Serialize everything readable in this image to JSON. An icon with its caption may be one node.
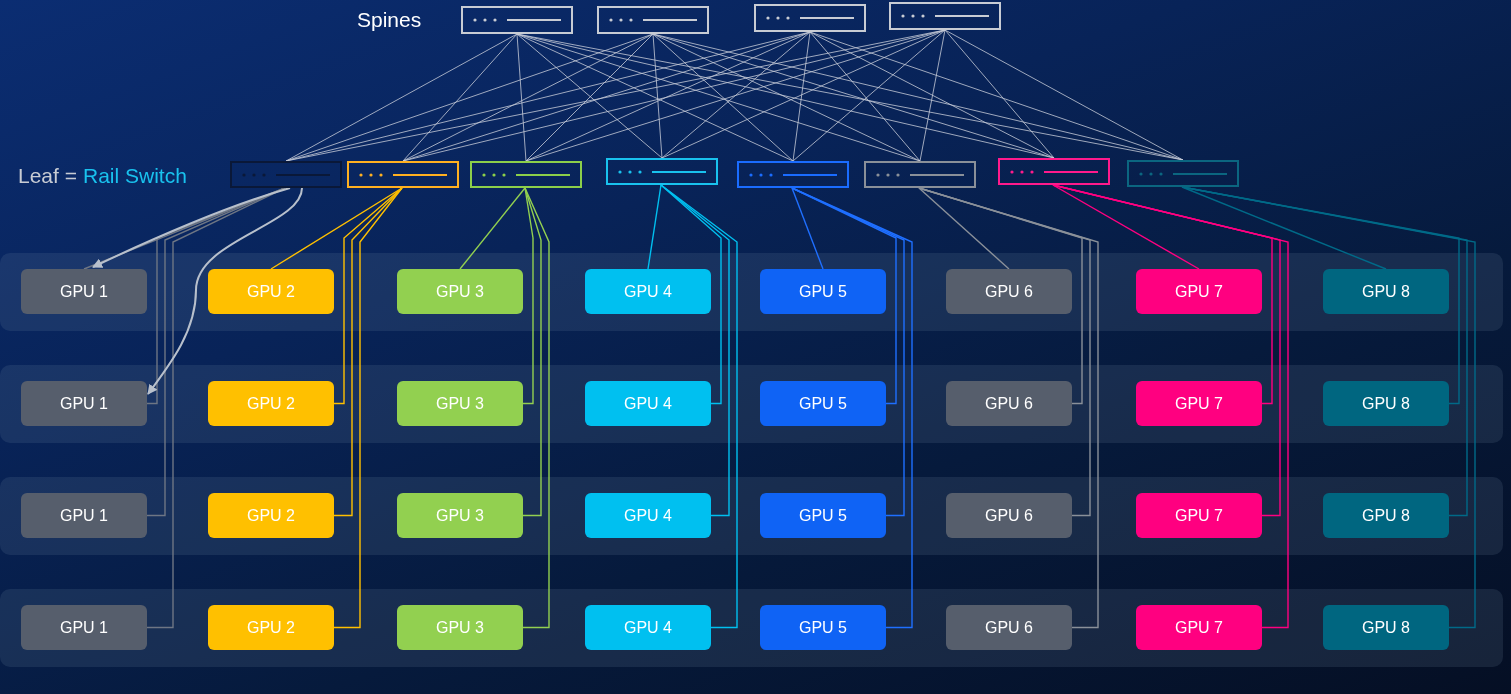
{
  "diagram": {
    "nodes": [
      {
        "text": [],
        "shape": "box"
      },
      {
        "text": [],
        "shape": "box"
      },
      {
        "text": [],
        "shape": "box"
      },
      {
        "text": [],
        "shape": "box"
      },
      {
        "text": [],
        "shape": "box"
      },
      {
        "text": [],
        "shape": "box"
      },
      {
        "text": [],
        "shape": "box"
      },
      {
        "text": [],
        "shape": "box"
      },
      {
        "text": [],
        "shape": "box"
      },
      {
        "text": [],
        "shape": "box"
      },
      {
        "text": [],
        "shape": "box"
      },
      {
        "text": [],
        "shape": "box"
      },
      {
        "text": [],
        "shape": "band"
      },
      {
        "text": [
          "GPU 1"
        ],
        "in": 12
      },
      {
        "text": [
          "GPU 2"
        ],
        "in": 12
      },
      {
        "text": [
          "GPU 3"
        ],
        "in": 12
      },
      {
        "text": [
          "GPU 4"
        ],
        "in": 12
      },
      {
        "text": [
          "GPU 5"
        ],
        "in": 12
      },
      {
        "text": [
          "GPU 6"
        ],
        "in": 12
      },
      {
        "text": [
          "GPU 7"
        ],
        "in": 12
      },
      {
        "text": [
          "GPU 8"
        ],
        "in": 12
      },
      {
        "text": [],
        "shape": "band"
      },
      {
        "text": [
          "GPU 1"
        ],
        "in": 21
      },
      {
        "text": [
          "GPU 2"
        ],
        "in": 21
      },
      {
        "text": [
          "GPU 3"
        ],
        "in": 21
      },
      {
        "text": [
          "GPU 4"
        ],
        "in": 21
      },
      {
        "text": [
          "GPU 5"
        ],
        "in": 21
      },
      {
        "text": [
          "GPU 6"
        ],
        "in": 21
      },
      {
        "text": [
          "GPU 7"
        ],
        "in": 21
      },
      {
        "text": [
          "GPU 8"
        ],
        "in": 21
      },
      {
        "text": [],
        "shape": "band"
      },
      {
        "text": [
          "GPU 1"
        ],
        "in": 30
      },
      {
        "text": [
          "GPU 2"
        ],
        "in": 30
      },
      {
        "text": [
          "GPU 3"
        ],
        "in": 30
      },
      {
        "text": [
          "GPU 4"
        ],
        "in": 30
      },
      {
        "text": [
          "GPU 5"
        ],
        "in": 30
      },
      {
        "text": [
          "GPU 6"
        ],
        "in": 30
      },
      {
        "text": [
          "GPU 7"
        ],
        "in": 30
      },
      {
        "text": [
          "GPU 8"
        ],
        "in": 30
      },
      {
        "text": [],
        "shape": "band"
      },
      {
        "text": [
          "GPU 1"
        ],
        "in": 39
      },
      {
        "text": [
          "GPU 2"
        ],
        "in": 39
      },
      {
        "text": [
          "GPU 3"
        ],
        "in": 39
      },
      {
        "text": [
          "GPU 4"
        ],
        "in": 39
      },
      {
        "text": [
          "GPU 5"
        ],
        "in": 39
      },
      {
        "text": [
          "GPU 6"
        ],
        "in": 39
      },
      {
        "text": [
          "GPU 7"
        ],
        "in": 39
      },
      {
        "text": [
          "GPU 8"
        ],
        "in": 39
      }
    ],
    "edges": [
      {
        "from": 0,
        "to": 4,
        "arrow": "none"
      },
      {
        "from": 0,
        "to": 5,
        "arrow": "none"
      },
      {
        "from": 0,
        "to": 6,
        "arrow": "none"
      },
      {
        "from": 0,
        "to": 7,
        "arrow": "none"
      },
      {
        "from": 0,
        "to": 8,
        "arrow": "none"
      },
      {
        "from": 0,
        "to": 9,
        "arrow": "none"
      },
      {
        "from": 0,
        "to": 10,
        "arrow": "none"
      },
      {
        "from": 0,
        "to": 11,
        "arrow": "none"
      },
      {
        "from": 1,
        "to": 4,
        "arrow": "none"
      },
      {
        "from": 1,
        "to": 5,
        "arrow": "none"
      },
      {
        "from": 1,
        "to": 6,
        "arrow": "none"
      },
      {
        "from": 1,
        "to": 7,
        "arrow": "none"
      },
      {
        "from": 1,
        "to": 8,
        "arrow": "none"
      },
      {
        "from": 1,
        "to": 9,
        "arrow": "none"
      },
      {
        "from": 1,
        "to": 10,
        "arrow": "none"
      },
      {
        "from": 1,
        "to": 11,
        "arrow": "none"
      },
      {
        "from": 2,
        "to": 4,
        "arrow": "none"
      },
      {
        "from": 2,
        "to": 5,
        "arrow": "none"
      },
      {
        "from": 2,
        "to": 6,
        "arrow": "none"
      },
      {
        "from": 2,
        "to": 7,
        "arrow": "none"
      },
      {
        "from": 2,
        "to": 8,
        "arrow": "none"
      },
      {
        "from": 2,
        "to": 9,
        "arrow": "none"
      },
      {
        "from": 2,
        "to": 10,
        "arrow": "none"
      },
      {
        "from": 2,
        "to": 11,
        "arrow": "none"
      },
      {
        "from": 3,
        "to": 4,
        "arrow": "none"
      },
      {
        "from": 3,
        "to": 5,
        "arrow": "none"
      },
      {
        "from": 3,
        "to": 6,
        "arrow": "none"
      },
      {
        "from": 3,
        "to": 7,
        "arrow": "none"
      },
      {
        "from": 3,
        "to": 8,
        "arrow": "none"
      },
      {
        "from": 3,
        "to": 9,
        "arrow": "none"
      },
      {
        "from": 3,
        "to": 10,
        "arrow": "none"
      },
      {
        "from": 3,
        "to": 11,
        "arrow": "none"
      },
      {
        "from": 4,
        "to": 13,
        "arrow": "none",
        "color": "#6e7684"
      },
      {
        "from": 4,
        "to": 22,
        "arrow": "none",
        "color": "#6e7684"
      },
      {
        "from": 4,
        "to": 31,
        "arrow": "none",
        "color": "#6e7684"
      },
      {
        "from": 4,
        "to": 40,
        "arrow": "none",
        "color": "#6e7684"
      },
      {
        "from": 5,
        "to": 14,
        "arrow": "none",
        "color": "#ffc000"
      },
      {
        "from": 5,
        "to": 23,
        "arrow": "none",
        "color": "#ffc000"
      },
      {
        "from": 5,
        "to": 32,
        "arrow": "none",
        "color": "#ffc000"
      },
      {
        "from": 5,
        "to": 41,
        "arrow": "none",
        "color": "#ffc000"
      },
      {
        "from": 6,
        "to": 15,
        "arrow": "none",
        "color": "#92d050"
      },
      {
        "from": 6,
        "to": 24,
        "arrow": "none",
        "color": "#92d050"
      },
      {
        "from": 6,
        "to": 33,
        "arrow": "none",
        "color": "#92d050"
      },
      {
        "from": 6,
        "to": 42,
        "arrow": "none",
        "color": "#92d050"
      },
      {
        "from": 7,
        "to": 16,
        "arrow": "none",
        "color": "#00c0f0"
      },
      {
        "from": 7,
        "to": 25,
        "arrow": "none",
        "color": "#00c0f0"
      },
      {
        "from": 7,
        "to": 34,
        "arrow": "none",
        "color": "#00c0f0"
      },
      {
        "from": 7,
        "to": 43,
        "arrow": "none",
        "color": "#00c0f0"
      },
      {
        "from": 8,
        "to": 17,
        "arrow": "none",
        "color": "#1f6fff"
      },
      {
        "from": 8,
        "to": 26,
        "arrow": "none",
        "color": "#1f6fff"
      },
      {
        "from": 8,
        "to": 35,
        "arrow": "none",
        "color": "#1f6fff"
      },
      {
        "from": 8,
        "to": 44,
        "arrow": "none",
        "color": "#1f6fff"
      },
      {
        "from": 9,
        "to": 18,
        "arrow": "none",
        "color": "#8a9099"
      },
      {
        "from": 9,
        "to": 27,
        "arrow": "none",
        "color": "#8a9099"
      },
      {
        "from": 9,
        "to": 36,
        "arrow": "none",
        "color": "#8a9099"
      },
      {
        "from": 9,
        "to": 45,
        "arrow": "none",
        "color": "#8a9099"
      },
      {
        "from": 10,
        "to": 19,
        "arrow": "none",
        "color": "#ff0080"
      },
      {
        "from": 10,
        "to": 28,
        "arrow": "none",
        "color": "#ff0080"
      },
      {
        "from": 10,
        "to": 37,
        "arrow": "none",
        "color": "#ff0080"
      },
      {
        "from": 10,
        "to": 46,
        "arrow": "none",
        "color": "#ff0080"
      },
      {
        "from": 11,
        "to": 20,
        "arrow": "none",
        "color": "#006a88"
      },
      {
        "from": 11,
        "to": 29,
        "arrow": "none",
        "color": "#006a88"
      },
      {
        "from": 11,
        "to": 38,
        "arrow": "none",
        "color": "#006a88"
      },
      {
        "from": 11,
        "to": 47,
        "arrow": "none",
        "color": "#006a88"
      },
      {
        "from": 4,
        "to": 13,
        "arrow": "to",
        "color": "#b8c0cc"
      },
      {
        "from": 4,
        "to": 22,
        "arrow": "to",
        "color": "#b8c0cc"
      }
    ],
    "labels": [
      "Spines",
      "Leaf =",
      "Rail Switch"
    ]
  }
}
